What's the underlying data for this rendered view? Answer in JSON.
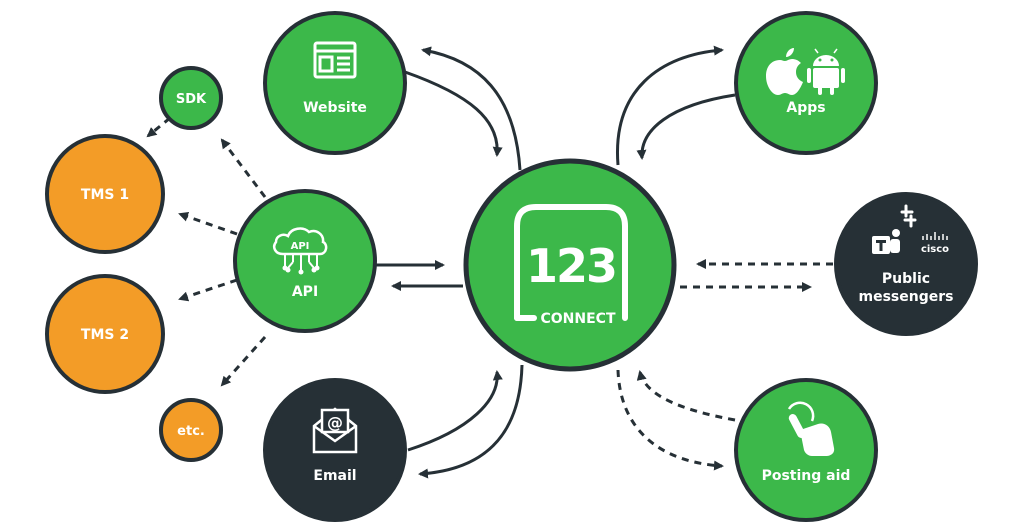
{
  "colors": {
    "green": "#3cb84a",
    "orange": "#f39c27",
    "dark": "#263036",
    "ring": "#263036",
    "white": "#ffffff"
  },
  "hub": {
    "number": "123",
    "word": "CONNECT",
    "icon": "123connect-logo"
  },
  "nodes": {
    "website": {
      "label": "Website",
      "icon": "browser-window-icon"
    },
    "apps": {
      "label": "Apps",
      "icon": "apple-android-icon"
    },
    "api": {
      "label": "API",
      "icon": "api-cloud-icon",
      "icon_text": "API"
    },
    "email": {
      "label": "Email",
      "icon": "envelope-at-icon",
      "icon_text": "@"
    },
    "public_messengers": {
      "label_line1": "Public",
      "label_line2": "messengers",
      "icon": "teams-slack-cisco-icon",
      "icon_text": "cisco"
    },
    "posting_aid": {
      "label": "Posting aid",
      "icon": "touch-hand-icon"
    },
    "sdk": {
      "label": "SDK"
    },
    "tms1": {
      "label": "TMS 1"
    },
    "tms2": {
      "label": "TMS 2"
    },
    "etc": {
      "label": "etc."
    }
  }
}
